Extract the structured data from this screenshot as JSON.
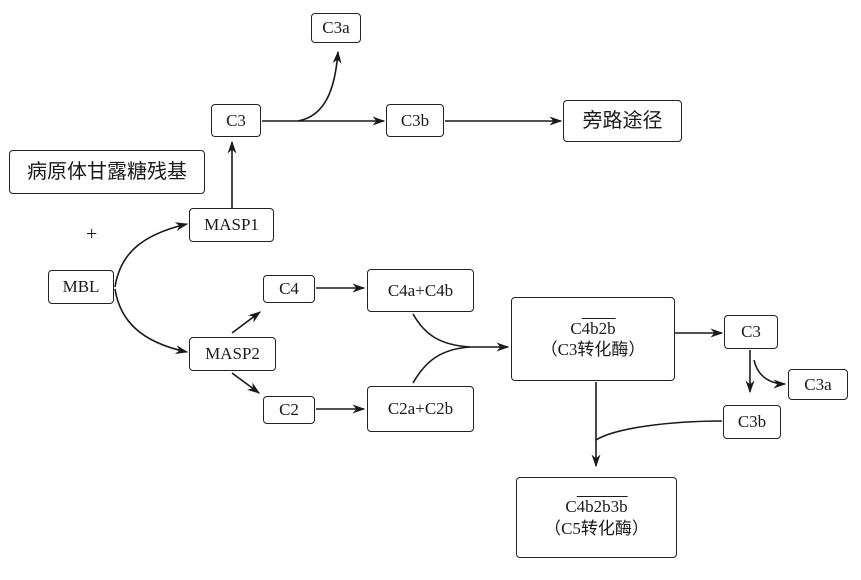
{
  "nodes": {
    "c3a_top": "C3a",
    "c3_top": "C3",
    "c3b_top": "C3b",
    "alternative_pathway": "旁路途径",
    "pathogen_mannose": "病原体甘露糖残基",
    "plus": "+",
    "masp1": "MASP1",
    "mbl": "MBL",
    "masp2": "MASP2",
    "c4": "C4",
    "c2": "C2",
    "c4a_c4b": "C4a+C4b",
    "c2a_c2b": "C2a+C2b",
    "c3_convertase": {
      "prefix": "C",
      "overlined": "4b2b",
      "subtitle": "（C3转化酶）"
    },
    "c3_right": "C3",
    "c3a_right": "C3a",
    "c3b_right": "C3b",
    "c5_convertase": {
      "prefix": "C",
      "overlined": "4b2b3b",
      "subtitle": "（C5转化酶）"
    }
  }
}
